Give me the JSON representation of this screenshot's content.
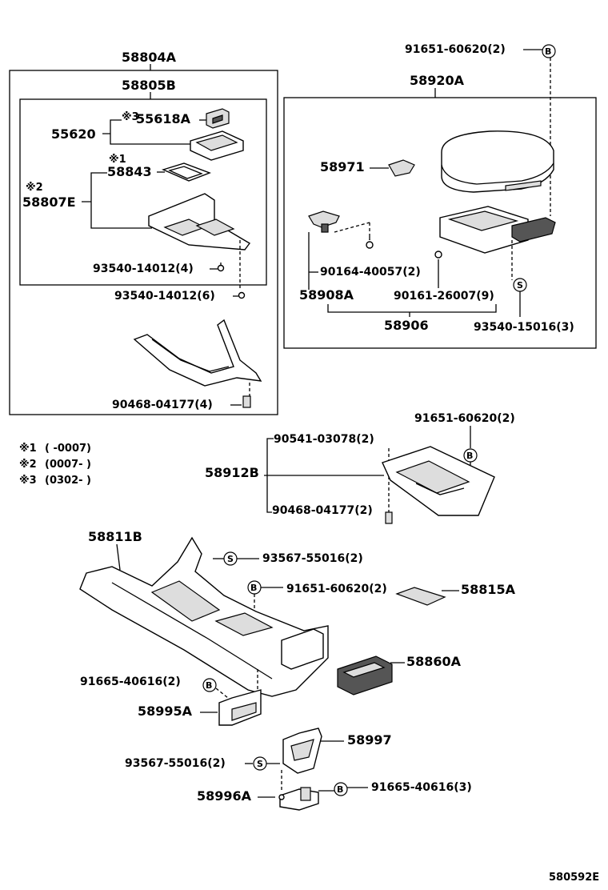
{
  "diagram_id": "580592E",
  "groups": {
    "g1": "58804A",
    "g1_inner": "58805B",
    "g2": "58920A",
    "sub_58906": "58906"
  },
  "labels": {
    "p55618A": "55618A",
    "p55620": "55620",
    "p58843": "58843",
    "p58807E": "58807E",
    "p93540_4": "93540-14012(4)",
    "p93540_6": "93540-14012(6)",
    "p90468_4_top": "90468-04177(4)",
    "p91651_top": "91651-60620(2)",
    "p58971": "58971",
    "p90164": "90164-40057(2)",
    "p58908A": "58908A",
    "p90161": "90161-26007(9)",
    "p93540_15016": "93540-15016(3)",
    "p91651_mid": "91651-60620(2)",
    "p90541": "90541-03078(2)",
    "p58912B": "58912B",
    "p90468_mid": "90468-04177(2)",
    "p58811B": "58811B",
    "p93567_upper": "93567-55016(2)",
    "p91651_low": "91651-60620(2)",
    "p58815A": "58815A",
    "p58860A": "58860A",
    "p91665_2": "91665-40616(2)",
    "p58995A": "58995A",
    "p58997": "58997",
    "p93567_lower": "93567-55016(2)",
    "p58996A": "58996A",
    "p91665_3": "91665-40616(3)"
  },
  "marks": {
    "m1": "※1",
    "m2": "※2",
    "m3": "※3"
  },
  "notes": [
    {
      "mark": "※1",
      "text": "(        -0007)"
    },
    {
      "mark": "※2",
      "text": "(0007-        )"
    },
    {
      "mark": "※3",
      "text": "(0302-        )"
    }
  ],
  "badges": {
    "b": "B",
    "s": "S"
  }
}
